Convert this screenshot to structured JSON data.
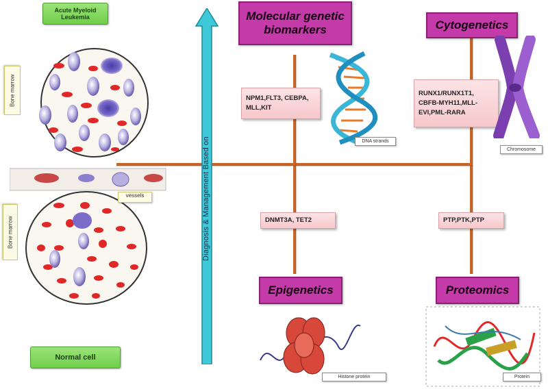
{
  "labels": {
    "top_left": "Acute Myeloid Leukemia",
    "bottom_left": "Normal cell",
    "bone_marrow_top": "Bone marrow",
    "bone_marrow_bottom": "Bone marrow",
    "vessels": "vessels",
    "axis": "Diagnosis & Management Based on"
  },
  "categories": {
    "molecular": "Molecular genetic biomarkers",
    "cytogenetics": "Cytogenetics",
    "epigenetics": "Epigenetics",
    "proteomics": "Proteomics"
  },
  "boxes": {
    "molecular": "NPM1,FLT3, CEBPA, MLL,KIT",
    "cytogenetics": "RUNX1/RUNX1T1, CBFB-MYH11,MLL-EVI,PML-RARA",
    "epigenetics": "DNMT3A, TET2",
    "proteomics": "PTP,PTK,PTP"
  },
  "image_tags": {
    "dna": "DNA strands",
    "chromosome": "Chromosome",
    "histone": "Histone protein",
    "protein": "Protein"
  },
  "colors": {
    "orange_line": "#c8662a",
    "cyan_arrow": "#3fc8d8",
    "magenta": "#c43aa8",
    "green": "#7ed65a",
    "pink": "#f7cfd2"
  },
  "icons": [
    "dna-helix-icon",
    "chromosome-icon",
    "histone-icon",
    "protein-icon",
    "blood-cell-icon"
  ]
}
